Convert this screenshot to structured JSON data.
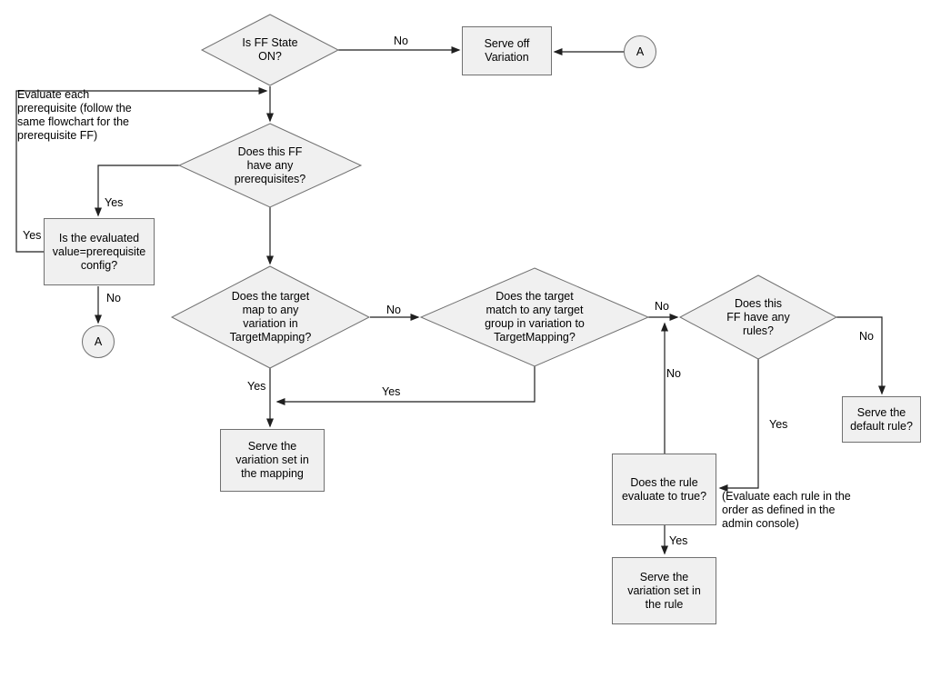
{
  "colors": {
    "background": "#ffffff",
    "node_fill": "#f0f0f0",
    "node_border": "#707070",
    "line": "#1f1f1f",
    "text": "#000000"
  },
  "nodes": {
    "is_ff_state_on": {
      "type": "decision",
      "label": "Is FF State\nON?"
    },
    "serve_off_variation": {
      "type": "process",
      "label": "Serve off\nVariation"
    },
    "connector_a_top": {
      "type": "connector",
      "label": "A"
    },
    "has_prerequisites": {
      "type": "decision",
      "label": "Does this FF\nhave any\nprerequisites?"
    },
    "evaluated_value_equals_config": {
      "type": "process",
      "label": "Is the evaluated\nvalue=prerequisite\nconfig?"
    },
    "connector_a_left": {
      "type": "connector",
      "label": "A"
    },
    "target_maps_to_variation": {
      "type": "decision",
      "label": "Does the target\nmap to any\nvariation in\nTargetMapping?"
    },
    "target_matches_group": {
      "type": "decision",
      "label": "Does the target\nmatch to any target\ngroup in variation to\nTargetMapping?"
    },
    "ff_has_rules": {
      "type": "decision",
      "label": "Does this\nFF have any\nrules?"
    },
    "serve_default_rule": {
      "type": "process",
      "label": "Serve the\ndefault rule?"
    },
    "rule_evaluates_true": {
      "type": "process",
      "label": "Does the rule\nevaluate to true?"
    },
    "serve_variation_in_rule": {
      "type": "process",
      "label": "Serve the\nvariation set in\nthe rule"
    },
    "serve_variation_in_mapping": {
      "type": "process",
      "label": "Serve the\nvariation set in\nthe mapping"
    }
  },
  "annotations": {
    "prerequisite_note": "Evaluate each\nprerequisite (follow the\nsame flowchart for the\nprerequisite FF)",
    "rule_order_note": "(Evaluate each rule in the\norder as defined in the\nadmin console)"
  },
  "edge_labels": {
    "state_off_no": "No",
    "prereq_yes": "Yes",
    "value_matches_yes": "Yes",
    "value_matches_no": "No",
    "target_map_no": "No",
    "target_map_yes": "Yes",
    "target_group_yes": "Yes",
    "target_group_no": "No",
    "rule_false_no": "No",
    "has_rules_no": "No",
    "has_rules_yes": "Yes",
    "rule_true_yes": "Yes"
  }
}
